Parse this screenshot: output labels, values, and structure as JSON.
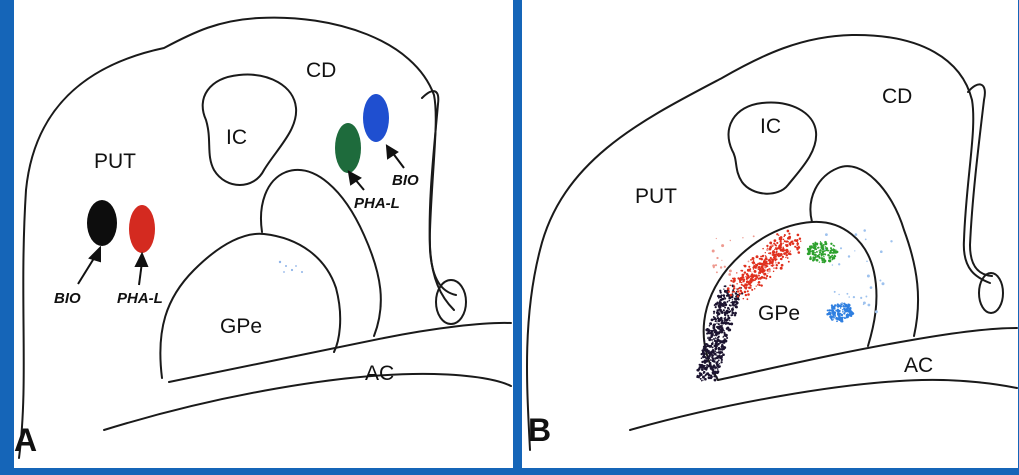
{
  "panels": [
    {
      "letter": "A",
      "regions": {
        "cd": "CD",
        "ic": "IC",
        "put": "PUT",
        "gpe": "GPe",
        "ac": "AC"
      },
      "injections": [
        {
          "label": "BIO",
          "color": "#0d0d0d"
        },
        {
          "label": "PHA-L",
          "color": "#d42a20"
        },
        {
          "label": "PHA-L",
          "color": "#1e6b3c"
        },
        {
          "label": "BIO",
          "color": "#1f4fd0"
        }
      ]
    },
    {
      "letter": "B",
      "regions": {
        "cd": "CD",
        "ic": "IC",
        "put": "PUT",
        "gpe": "GPe",
        "ac": "AC"
      },
      "labeling_colors": {
        "black": "#1c1430",
        "red": "#e0301e",
        "green": "#2ea12e",
        "blue": "#2f7fe0"
      }
    }
  ]
}
